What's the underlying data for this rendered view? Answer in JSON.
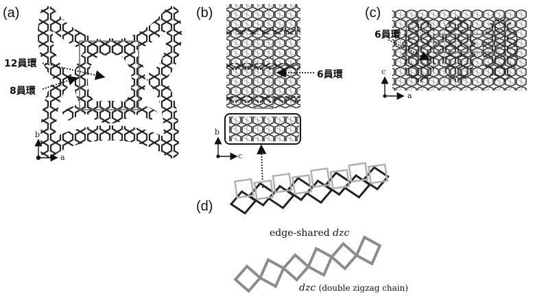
{
  "panels": {
    "a": {
      "label": "(a)",
      "ring12": "12員環",
      "ring8": "8員環",
      "axis_b": "b",
      "axis_a": "a"
    },
    "b": {
      "label": "(b)",
      "ring6": "6員環",
      "axis_b": "b",
      "axis_c": "c"
    },
    "c": {
      "label": "(c)",
      "ring6": "6員環",
      "axis_c": "c",
      "axis_a": "a"
    },
    "d": {
      "label": "(d)",
      "caption1_prefix": "edge-shared ",
      "caption1_ital": "dzc",
      "caption2_ital": "dzc",
      "caption2_rest": "(double zigzag chain)"
    }
  },
  "colors": {
    "framework_dark": "#222222",
    "framework_light": "#9a9a9a",
    "cell_box": "#6e6e6e",
    "chain_grey": "#8c8c8c"
  }
}
